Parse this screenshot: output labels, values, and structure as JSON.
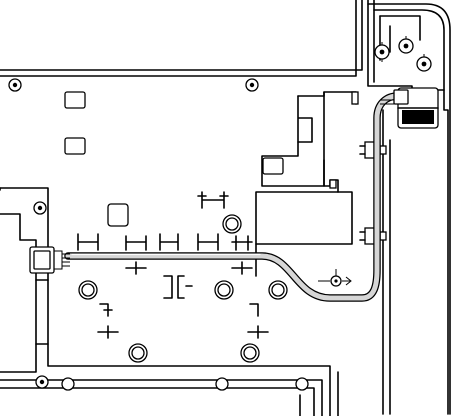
{
  "figure": {
    "text_labels": [],
    "palette": {
      "line": "#000000",
      "background": "#ffffff",
      "cable_fill": "#d6d6d6",
      "connector_fill": "#ffffff"
    },
    "parts": {
      "cable": "antenna-cable",
      "connector_left": "cable-connector-left",
      "connector_right": "cable-connector-right",
      "clips": [
        "cable-clip-upper",
        "cable-clip-lower"
      ]
    },
    "icons": [
      "screw-icon",
      "lock-arrow-icon"
    ]
  }
}
